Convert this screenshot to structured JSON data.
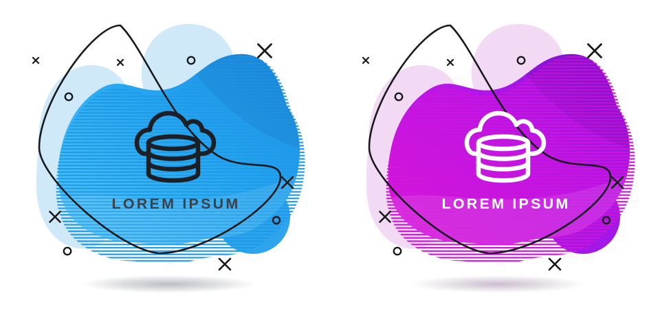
{
  "illustration": {
    "description_text": "",
    "background": "#ffffff",
    "mark_color": "#17191d"
  },
  "panels": [
    {
      "name": "blue-banner",
      "label": "LOREM IPSUM",
      "icon": "cloud-database-icon",
      "colors": {
        "pale_blob": "#cfe9f8",
        "gradient_light": "#58c9f5",
        "gradient_mid": "#26a7f0",
        "gradient_deep": "#1687e0",
        "secondary_blob": "#2da4ec",
        "stripe": "#1f9ae8",
        "icon_stroke": "#1b2026",
        "label_text": "#39434e",
        "shadow": "#5a6472"
      }
    },
    {
      "name": "purple-banner",
      "label": "LOREM IPSUM",
      "icon": "cloud-database-icon",
      "colors": {
        "pale_blob": "#f2d9f4",
        "gradient_light": "#de17d8",
        "gradient_mid": "#b516e8",
        "gradient_deep": "#8113e2",
        "secondary_blob": "#a318e6",
        "stripe": "#cf14da",
        "icon_stroke": "#ffffff",
        "label_text": "#ffffff",
        "shadow": "#7a5a80"
      }
    }
  ]
}
